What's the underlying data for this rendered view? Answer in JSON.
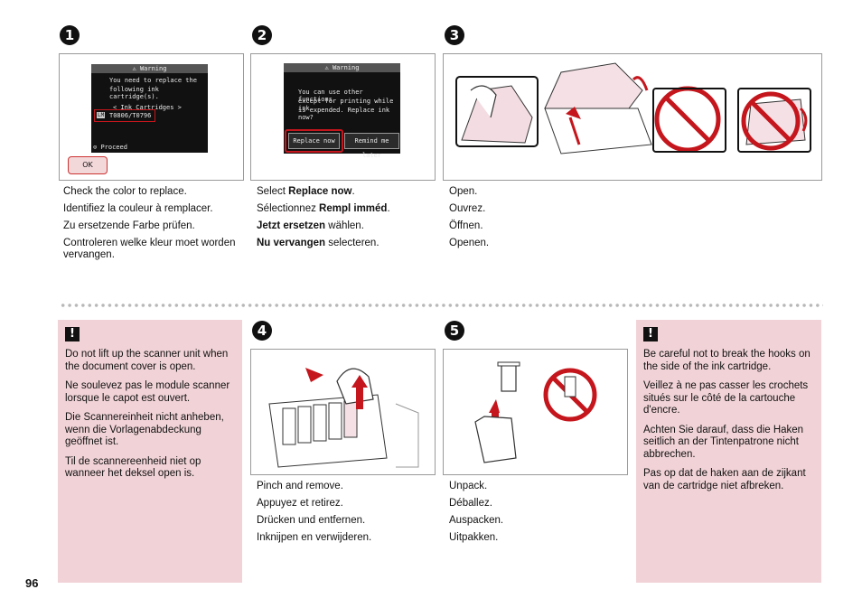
{
  "page_number": "96",
  "steps": [
    {
      "num": "1",
      "captions": [
        "Check the color to replace.",
        "Identifiez la couleur à remplacer.",
        "Zu ersetzende Farbe prüfen.",
        "Controleren welke kleur moet worden vervangen."
      ]
    },
    {
      "num": "2"
    },
    {
      "num": "3",
      "captions": [
        "Open.",
        "Ouvrez.",
        "Öffnen.",
        "Openen."
      ]
    },
    {
      "num": "4",
      "captions": [
        "Pinch and remove.",
        "Appuyez et retirez.",
        "Drücken und entfernen.",
        "Inknijpen en verwijderen."
      ]
    },
    {
      "num": "5",
      "captions": [
        "Unpack.",
        "Déballez.",
        "Auspacken.",
        "Uitpakken."
      ]
    }
  ],
  "step2_captions": {
    "en": {
      "pre": "Select ",
      "bold": "Replace now",
      "post": "."
    },
    "fr": {
      "pre": "Sélectionnez ",
      "bold": "Rempl imméd",
      "post": "."
    },
    "de": {
      "pre": "",
      "bold": "Jetzt ersetzen",
      "post": " wählen."
    },
    "nl": {
      "pre": "",
      "bold": "Nu vervangen",
      "post": " selecteren."
    }
  },
  "screen1": {
    "title": "Warning",
    "line1": "You need to replace the",
    "line2": "following ink cartridge(s).",
    "line3": "< Ink Cartridges >",
    "cartridge": "T0806/T0796",
    "color_code": "LM",
    "proceed": "Proceed",
    "ok_label": "OK"
  },
  "screen2": {
    "title": "Warning",
    "line1": "You can use other functions",
    "line2": "except for printing while ink",
    "line3": "is expended. Replace ink now?",
    "btn_replace": "Replace now",
    "btn_remind": "Remind me later"
  },
  "note1": [
    "Do not lift up the scanner unit when the document cover is open.",
    "Ne soulevez pas le module scanner lorsque le capot est ouvert.",
    "Die Scannereinheit nicht anheben, wenn die Vorlagenabdeckung geöffnet ist.",
    "Til de scannereenheid niet op wanneer het deksel open is."
  ],
  "note2": [
    "Be careful not to break the hooks on the side of the ink cartridge.",
    "Veillez à ne pas casser les crochets situés sur le côté de la cartouche d'encre.",
    "Achten Sie darauf, dass die Haken seitlich an der Tintenpatrone nicht abbrechen.",
    "Pas op dat de haken aan de zijkant van de cartridge niet afbreken."
  ],
  "warn_symbol": "!",
  "colors": {
    "accent_red": "#c4161c",
    "note_pink": "#f1d3d7",
    "frame_gray": "#9a9a9a"
  }
}
